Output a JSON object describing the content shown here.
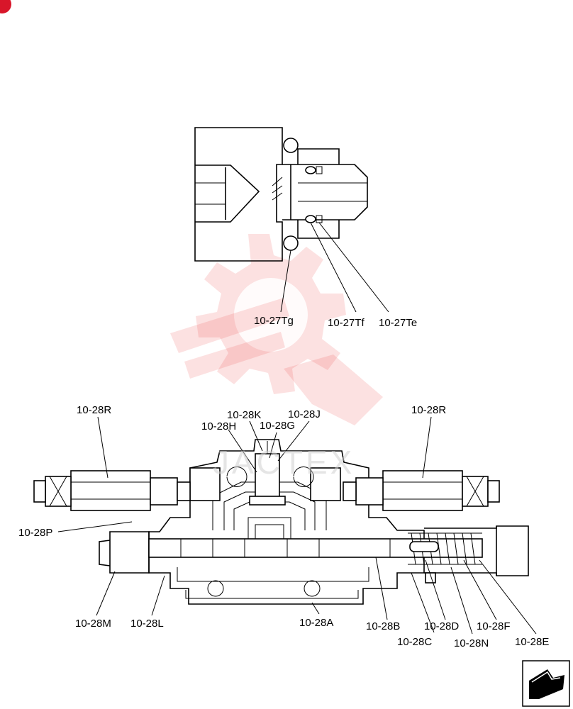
{
  "watermark": {
    "text": "JACTEX",
    "color": "#ee4444"
  },
  "upper_callouts": [
    {
      "id": "tg",
      "text": "10-27Tg"
    },
    {
      "id": "tf",
      "text": "10-27Tf"
    },
    {
      "id": "te",
      "text": "10-27Te"
    }
  ],
  "lower_callouts": [
    {
      "id": "r_left",
      "text": "10-28R"
    },
    {
      "id": "r_right",
      "text": "10-28R"
    },
    {
      "id": "k",
      "text": "10-28K"
    },
    {
      "id": "j",
      "text": "10-28J"
    },
    {
      "id": "h",
      "text": "10-28H"
    },
    {
      "id": "g",
      "text": "10-28G"
    },
    {
      "id": "p",
      "text": "10-28P"
    },
    {
      "id": "m",
      "text": "10-28M"
    },
    {
      "id": "l",
      "text": "10-28L"
    },
    {
      "id": "a",
      "text": "10-28A"
    },
    {
      "id": "b",
      "text": "10-28B"
    },
    {
      "id": "d",
      "text": "10-28D"
    },
    {
      "id": "f",
      "text": "10-28F"
    },
    {
      "id": "c",
      "text": "10-28C"
    },
    {
      "id": "n",
      "text": "10-28N"
    },
    {
      "id": "e",
      "text": "10-28E"
    }
  ],
  "icons": {
    "corner": "red-badge-icon",
    "nav": "next-page-arrow-icon"
  }
}
